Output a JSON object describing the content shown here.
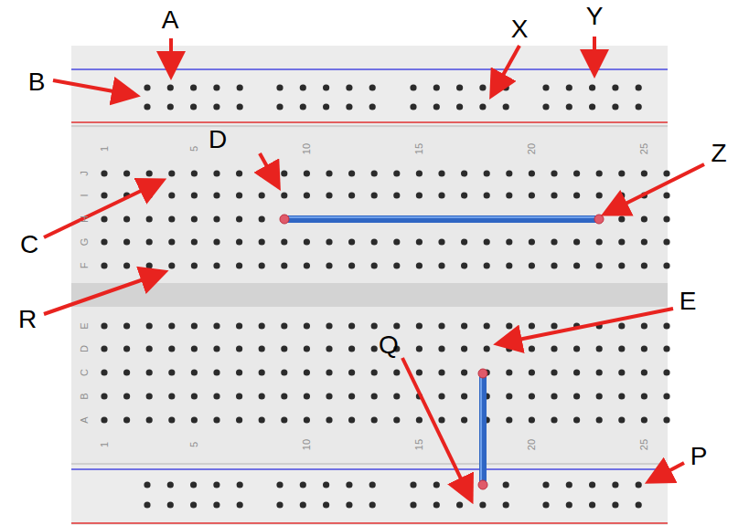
{
  "diagram": {
    "labels": [
      "A",
      "B",
      "C",
      "D",
      "X",
      "Y",
      "Z",
      "R",
      "E",
      "Q",
      "P",
      "1",
      "5",
      "10",
      "15",
      "20",
      "25",
      "J",
      "I",
      "H",
      "G",
      "F",
      "E",
      "D",
      "C",
      "B",
      "A",
      "1",
      "5",
      "10",
      "15",
      "20",
      "25"
    ]
  }
}
